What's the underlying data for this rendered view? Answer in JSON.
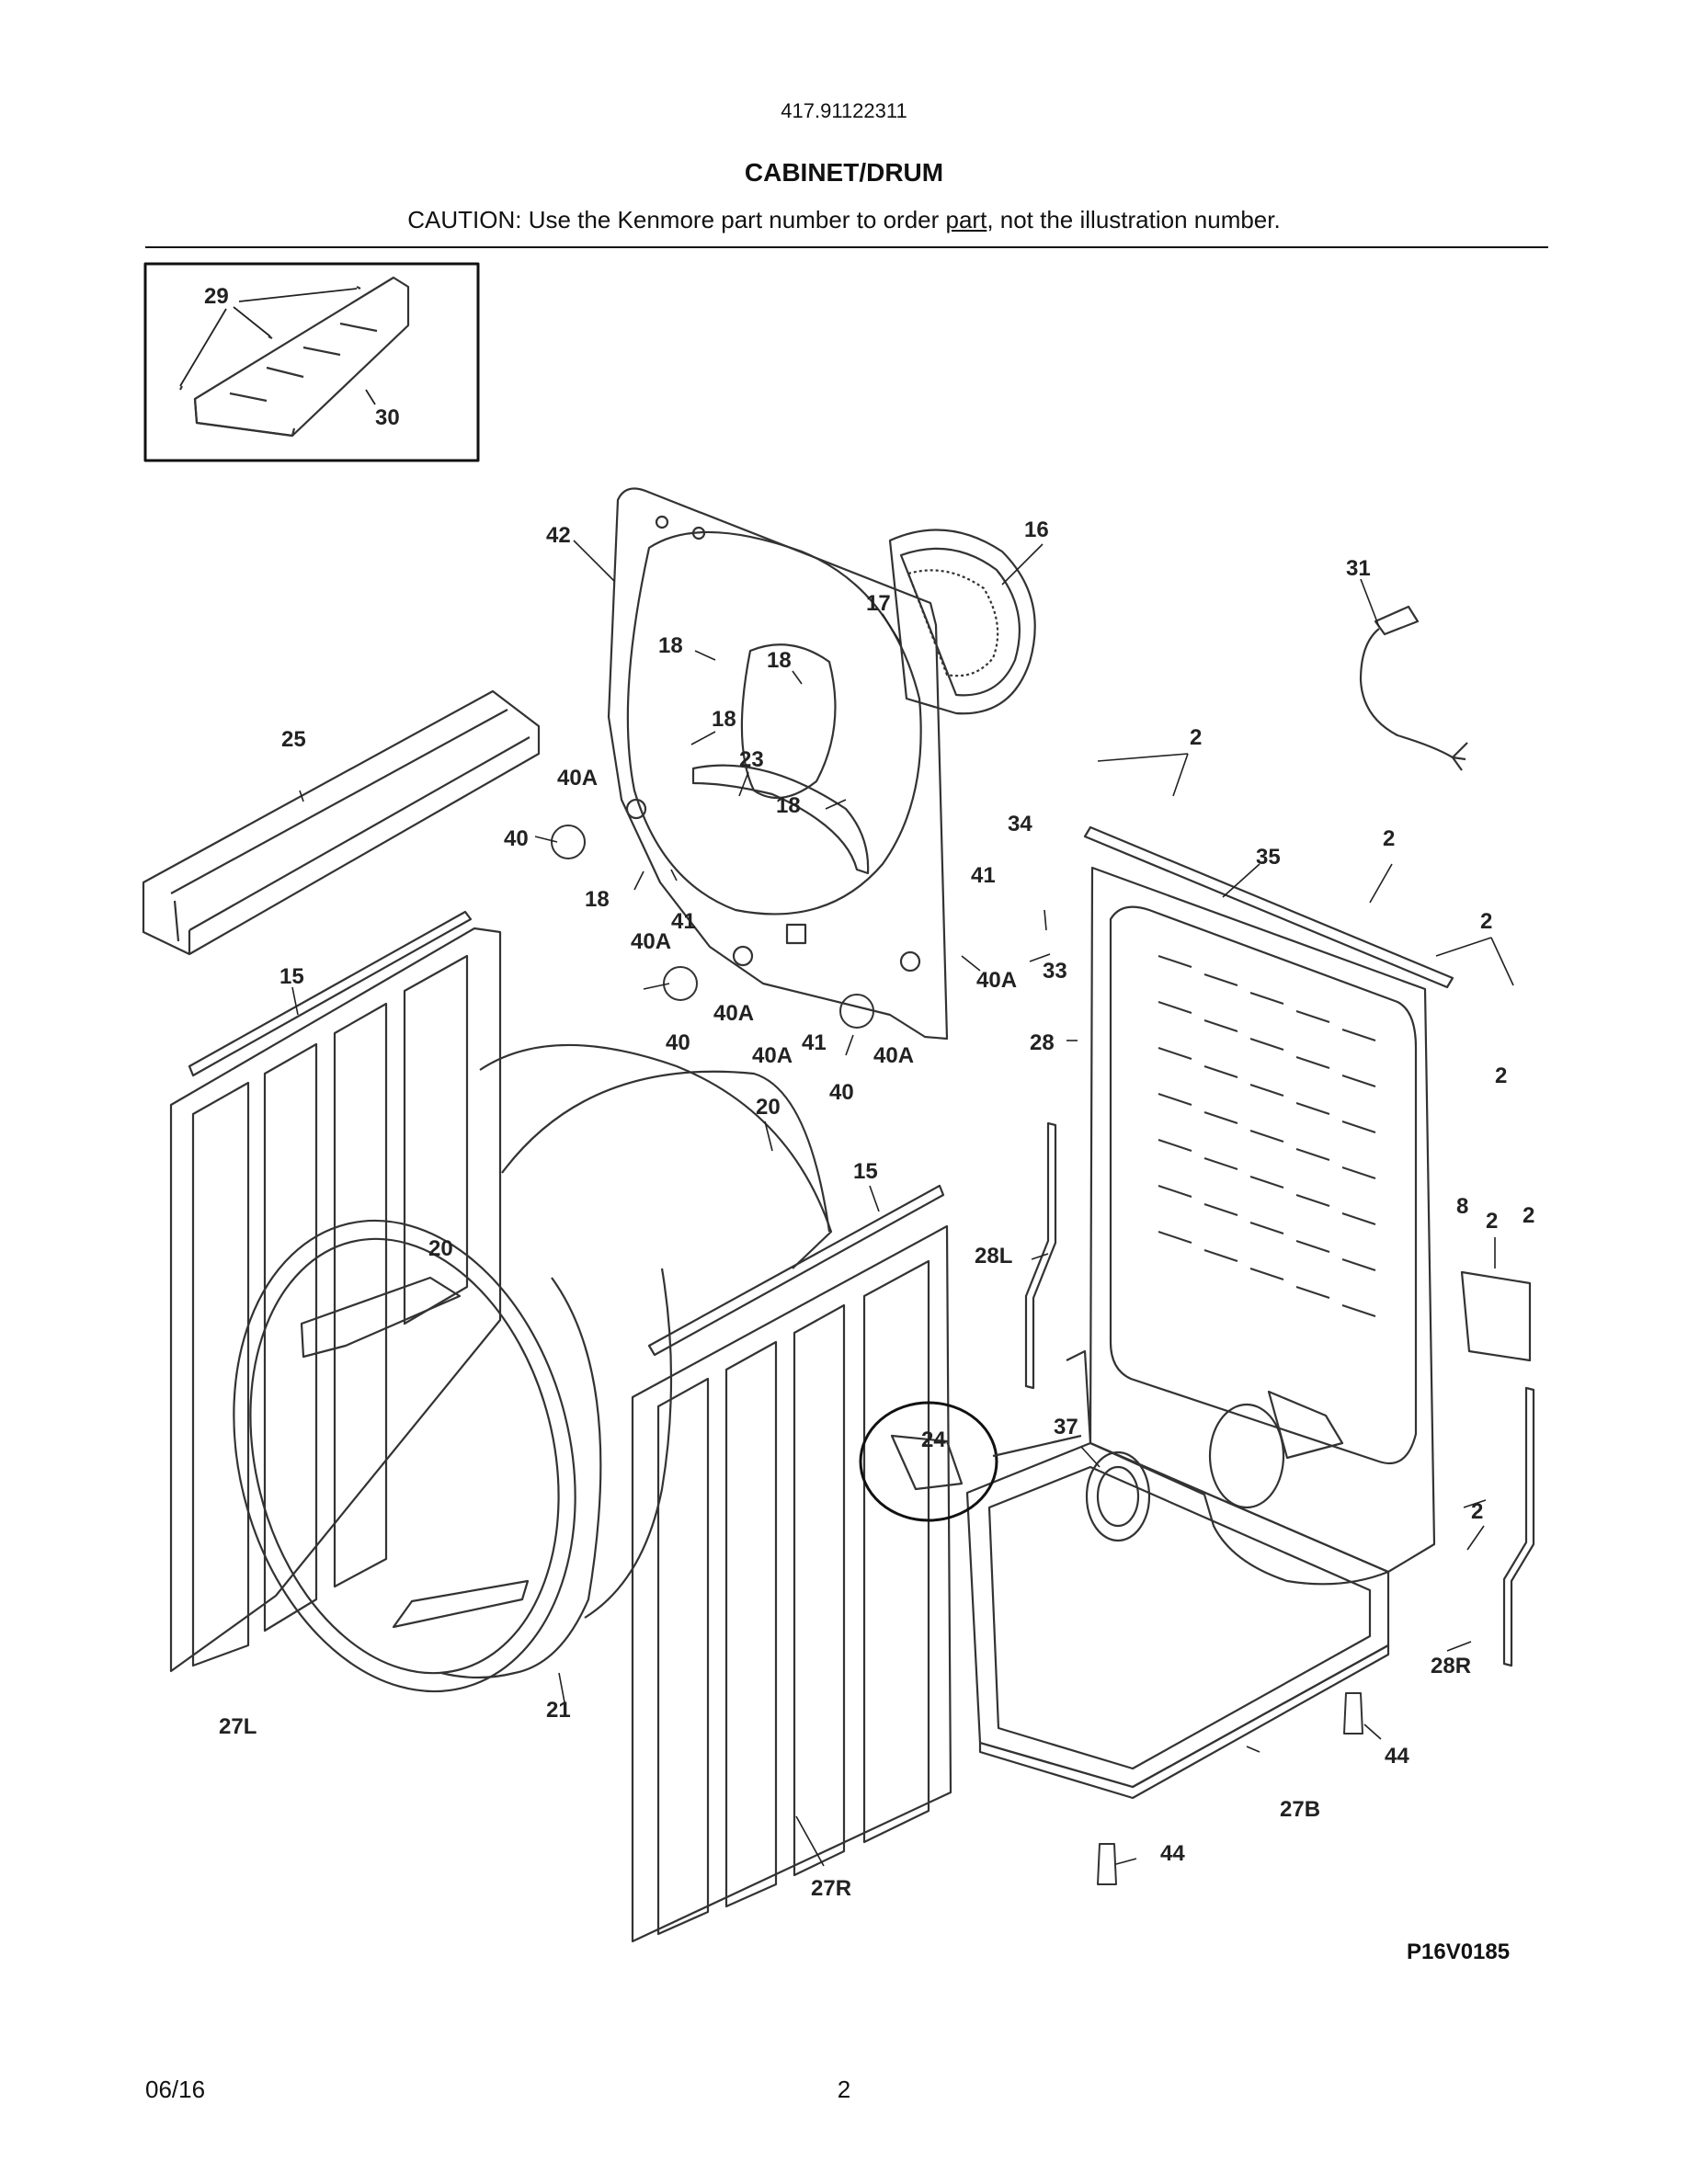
{
  "header": {
    "model_number": "417.91122311",
    "title": "CABINET/DRUM",
    "caution_prefix": "CAUTION: Use the Kenmore part number to order ",
    "caution_underlined": "part",
    "caution_suffix": ", not the illustration number."
  },
  "diagram": {
    "code": "P16V0185",
    "labels": [
      "29",
      "30",
      "42",
      "16",
      "31",
      "17",
      "18",
      "18",
      "18",
      "18",
      "18",
      "23",
      "25",
      "40A",
      "40",
      "40A",
      "41",
      "40A",
      "40",
      "41",
      "40A",
      "40",
      "40A",
      "34",
      "41",
      "33",
      "40A",
      "35",
      "2",
      "2",
      "2",
      "2",
      "2",
      "2",
      "2",
      "28",
      "15",
      "20",
      "20",
      "15",
      "28L",
      "8",
      "24",
      "37",
      "21",
      "27L",
      "27R",
      "27B",
      "44",
      "44",
      "28R"
    ]
  },
  "footer": {
    "date": "06/16",
    "page": "2"
  }
}
